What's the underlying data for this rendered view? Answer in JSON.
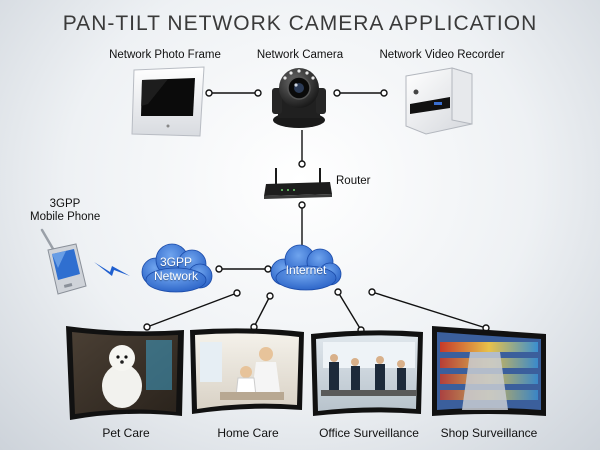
{
  "title": "PAN-TILT NETWORK CAMERA APPLICATION",
  "devices": {
    "photo_frame": "Network Photo Frame",
    "camera": "Network Camera",
    "nvr": "Network Video Recorder",
    "router": "Router",
    "phone_line1": "3GPP",
    "phone_line2": "Mobile Phone"
  },
  "clouds": {
    "network_line1": "3GPP",
    "network_line2": "Network",
    "internet": "Internet"
  },
  "scenes": [
    {
      "label": "Pet Care",
      "icon": "dog-photo"
    },
    {
      "label": "Home Care",
      "icon": "family-photo"
    },
    {
      "label": "Office Surveillance",
      "icon": "office-photo"
    },
    {
      "label": "Shop Surveillance",
      "icon": "shop-photo"
    }
  ],
  "colors": {
    "cloud": "#2f6fd0",
    "line": "#111111",
    "bolt": "#1f5fcf"
  }
}
